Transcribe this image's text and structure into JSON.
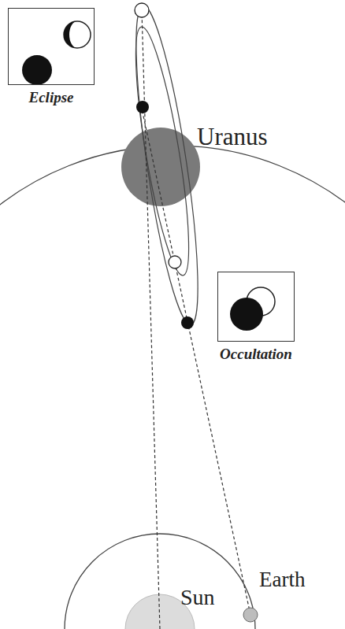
{
  "diagram": {
    "nodes": [
      {
        "text": [
          "Eclipse"
        ]
      },
      {
        "text": [
          "Occultation"
        ]
      }
    ],
    "labels": [
      "Uranus",
      "Sun",
      "Earth"
    ]
  }
}
